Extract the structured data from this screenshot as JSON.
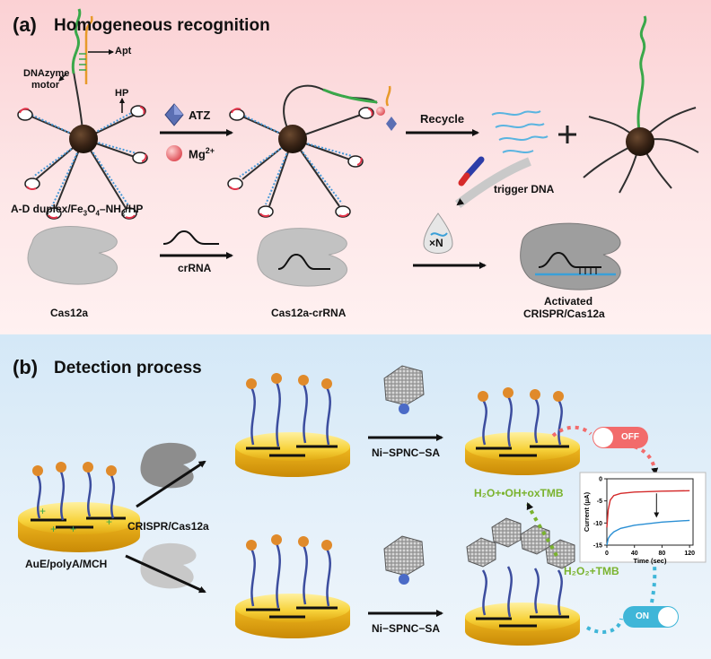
{
  "panel_a": {
    "letter": "(a)",
    "title": "Homogeneous recognition",
    "dnazyme_label_1": "DNAzyme",
    "dnazyme_label_2": "motor",
    "apt_label": "Apt",
    "hp_label": "HP",
    "atz_label": "ATZ",
    "mg_label": "Mg",
    "mg_sup": "2+",
    "recycle_label": "Recycle",
    "trigger_label": "trigger DNA",
    "multiplier_label": "×N",
    "probe_label_1": "A-D duplex/Fe",
    "probe_sub_1": "3",
    "probe_label_2": "O",
    "probe_sub_2": "4",
    "probe_label_3": "–NH",
    "probe_sub_3": "2",
    "probe_label_4": "/HP",
    "cas_label": "Cas12a",
    "crrna_arrow_label": "crRNA",
    "cas_crrna_label": "Cas12a-crRNA",
    "activated_label_1": "Activated",
    "activated_label_2": "CRISPR/Cas12a"
  },
  "panel_b": {
    "letter": "(b)",
    "title": "Detection process",
    "electrode_label": "AuE/polyA/MCH",
    "crispr_label": "CRISPR/Cas12a",
    "nanocube_label_top": "Ni−SPNC−SA",
    "nanocube_label_bottom": "Ni−SPNC−SA",
    "off_label": "OFF",
    "on_label": "ON",
    "product_label": "H₂O+•OH+oxTMB",
    "substrate_label": "H₂O₂+TMB"
  },
  "colors": {
    "off_red": "#f26b6b",
    "on_blue": "#3fb6d8",
    "reaction_green": "#7ab32e"
  },
  "chart_data": {
    "type": "line",
    "title": "",
    "xlabel": "Time (sec)",
    "ylabel": "Current (μA)",
    "xlim": [
      0,
      125
    ],
    "ylim": [
      -15,
      0
    ],
    "x_ticks": [
      0,
      40,
      80,
      120
    ],
    "y_ticks": [
      0,
      -5,
      -10,
      -15
    ],
    "series": [
      {
        "color": "#d42a2a",
        "x": [
          0,
          2,
          5,
          10,
          20,
          40,
          80,
          120
        ],
        "values": [
          -11,
          -7,
          -4.8,
          -3.8,
          -3.3,
          -3.0,
          -2.8,
          -2.7
        ]
      },
      {
        "color": "#2a8fd4",
        "x": [
          0,
          2,
          5,
          10,
          20,
          40,
          80,
          120
        ],
        "values": [
          -15,
          -13.5,
          -12.8,
          -12.0,
          -11.2,
          -10.5,
          -9.8,
          -9.4
        ]
      }
    ]
  }
}
